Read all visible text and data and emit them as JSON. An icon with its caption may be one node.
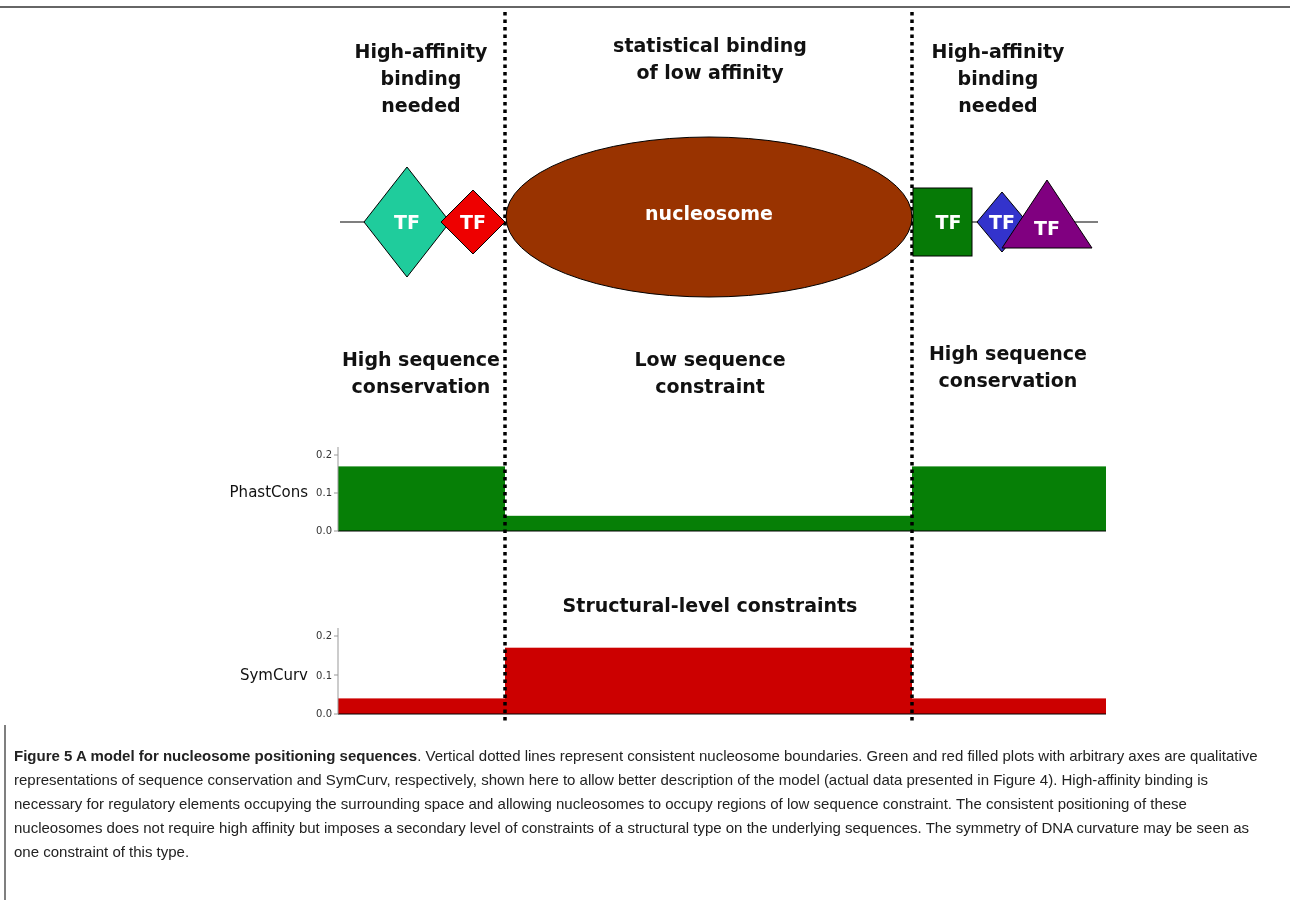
{
  "diagram": {
    "caption": "**Figure 5 A model for nucleosome positioning sequences**. Vertical dotted lines represent consistent nucleosome boundaries. Green and red filled plots with arbitrary axes are qualitative representations of sequence conservation and SymCurv, respectively, shown here to allow better description of the model (actual data presented in Figure 4). High-affinity binding is necessary for regulatory elements occupying the surrounding space and allowing nucleosomes to occupy regions of low sequence constraint. The consistent positioning of these nucleosomes does not require high affinity but imposes a secondary level of constraints of a structural type on the underlying sequences. The symmetry of DNA curvature may be seen as one constraint of this type.",
    "nodes": [
      {
        "text": [
          "TF"
        ]
      },
      {
        "text": [
          "TF"
        ]
      },
      {
        "text": [
          "nucleosome"
        ]
      },
      {
        "text": [
          "TF"
        ]
      },
      {
        "text": [
          "TF"
        ]
      },
      {
        "text": [
          "TF"
        ]
      }
    ],
    "labels": [
      "High-affinity binding needed",
      "statistical binding of low affinity",
      "High-affinity binding needed",
      "High sequence conservation",
      "Low sequence constraint",
      "High sequence conservation",
      "0.2",
      "PhastCons",
      "0.1",
      "0.0",
      "Structural-level constraints",
      "0.2",
      "SymCurv",
      "0.1",
      "0.0"
    ]
  }
}
